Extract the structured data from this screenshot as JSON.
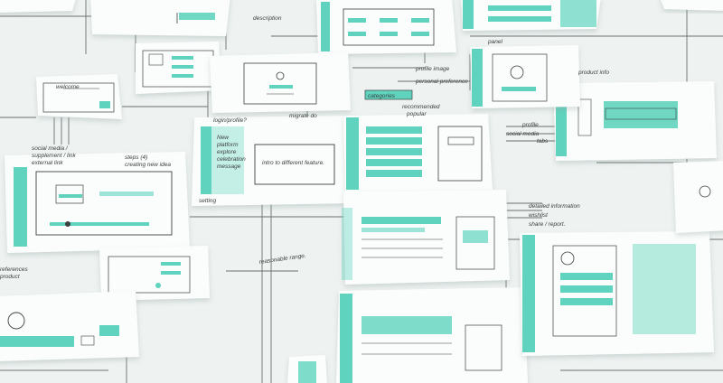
{
  "photo": {
    "subject": "hand-drawn wireframe sketches on paper cards",
    "colors": {
      "background": "#eef2f1",
      "paper": "#fbfdfc",
      "ink": "#3a3f3e",
      "accent": "#5fd3bd"
    }
  },
  "notes": {
    "social_media": "social media /",
    "supplement": "supplement / link",
    "external_link": "external link",
    "steps": "steps (4)",
    "creating_new_idea": "creating new idea",
    "new": "New",
    "platform": "platform",
    "explore": "explore",
    "celebration": "celebration",
    "message": "message",
    "intro_to_different_feature": "intro to different feature.",
    "login_profile": "login/profile?",
    "migrate_do": "migrate do",
    "reasonable_range": "reasonable range.",
    "detailed_information": "detailed information",
    "wishlist": "wishlist",
    "share_report": "share / report.",
    "profile": "profile",
    "social_media_short": "social media",
    "tabs": "tabs",
    "categories": "categories",
    "recommended": "recommended",
    "popular": "popular",
    "profile_image": "profile image",
    "personal_preference": "personal preference",
    "panel": "panel",
    "welcome": "welcome",
    "preferences": "references",
    "product": "product",
    "setting": "setting",
    "product_info": "product info",
    "description": "description"
  }
}
